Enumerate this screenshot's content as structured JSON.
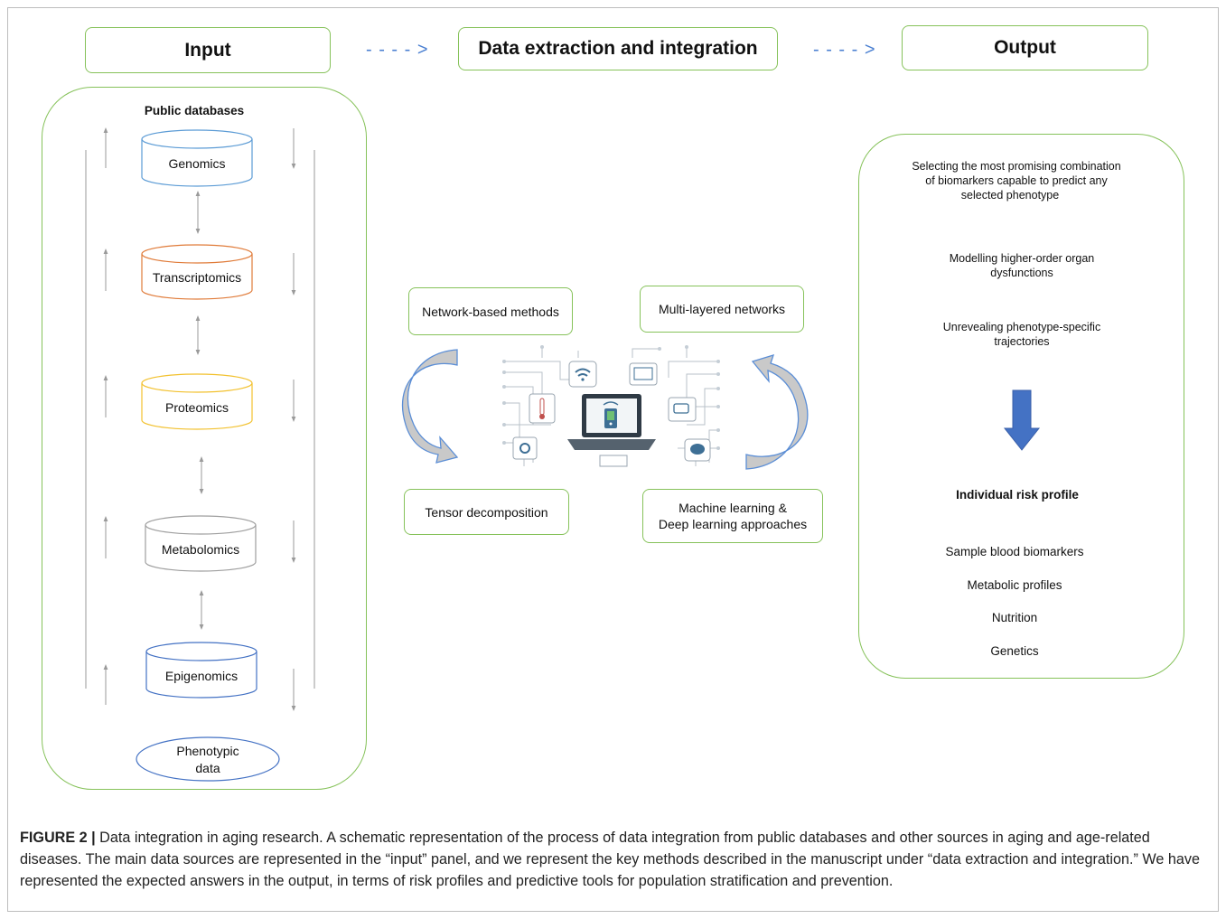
{
  "headers": {
    "input": "Input",
    "middle": "Data extraction and  integration",
    "output": "Output",
    "arrow1": "- - - - >",
    "arrow2": "- - - - >"
  },
  "input_panel": {
    "title": "Public databases",
    "databases": [
      "Genomics",
      "Transcriptomics",
      "Proteomics",
      "Metabolomics",
      "Epigenomics"
    ],
    "phenotypic_line1": "Phenotypic",
    "phenotypic_line2": "data",
    "colors": [
      "#5b9bd5",
      "#e07b39",
      "#f2c12e",
      "#9e9e9e",
      "#4472c4"
    ]
  },
  "methods": {
    "network": "Network-based methods",
    "multilayer": "Multi-layered networks",
    "tensor": "Tensor decomposition",
    "ml_line1": "Machine learning &",
    "ml_line2": "Deep learning approaches"
  },
  "output_panel": {
    "item1_l1": "Selecting the most promising combination",
    "item1_l2": "of biomarkers capable to predict any",
    "item1_l3": "selected phenotype",
    "item2_l1": "Modelling higher-order organ",
    "item2_l2": "dysfunctions",
    "item3_l1": "Unrevealing phenotype-specific",
    "item3_l2": "trajectories",
    "risk_title": "Individual risk profile",
    "risk_items": [
      "Sample blood biomarkers",
      "Metabolic profiles",
      "Nutrition",
      "Genetics"
    ]
  },
  "caption": {
    "label": "FIGURE 2 |",
    "text": " Data integration in aging research. A schematic representation of the process of data integration from public databases and other sources in aging and age-related diseases. The main data sources are represented in the “input” panel, and we represent the key methods described in the manuscript under “data extraction and integration.” We have represented the expected answers in the output, in terms of risk profiles and predictive tools for population stratification and prevention."
  }
}
